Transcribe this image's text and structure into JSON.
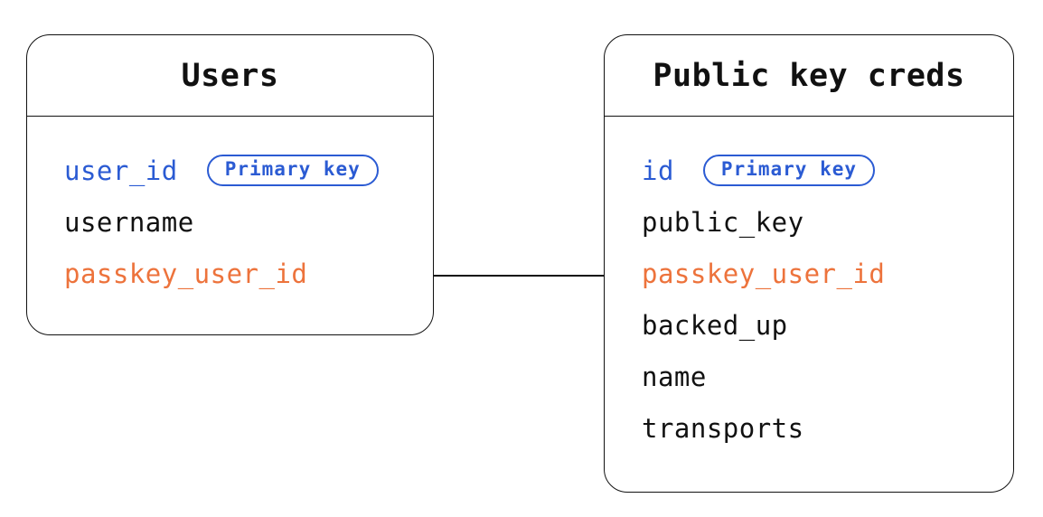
{
  "diagram": {
    "colors": {
      "primary_blue": "#2B5BD3",
      "foreign_orange": "#ED733C",
      "text_black": "#111111",
      "border_black": "#111111",
      "background": "#FFFFFF"
    },
    "tables": [
      {
        "name": "Users",
        "fields": [
          {
            "name": "user_id",
            "badge": "Primary key"
          },
          {
            "name": "username"
          },
          {
            "name": "passkey_user_id"
          }
        ]
      },
      {
        "name": "Public key creds",
        "fields": [
          {
            "name": "id",
            "badge": "Primary key"
          },
          {
            "name": "public_key"
          },
          {
            "name": "passkey_user_id"
          },
          {
            "name": "backed_up"
          },
          {
            "name": "name"
          },
          {
            "name": "transports"
          }
        ]
      }
    ],
    "relation": {
      "from_table": "Users",
      "from_field": "passkey_user_id",
      "to_table": "Public key creds",
      "to_field": "passkey_user_id"
    }
  }
}
